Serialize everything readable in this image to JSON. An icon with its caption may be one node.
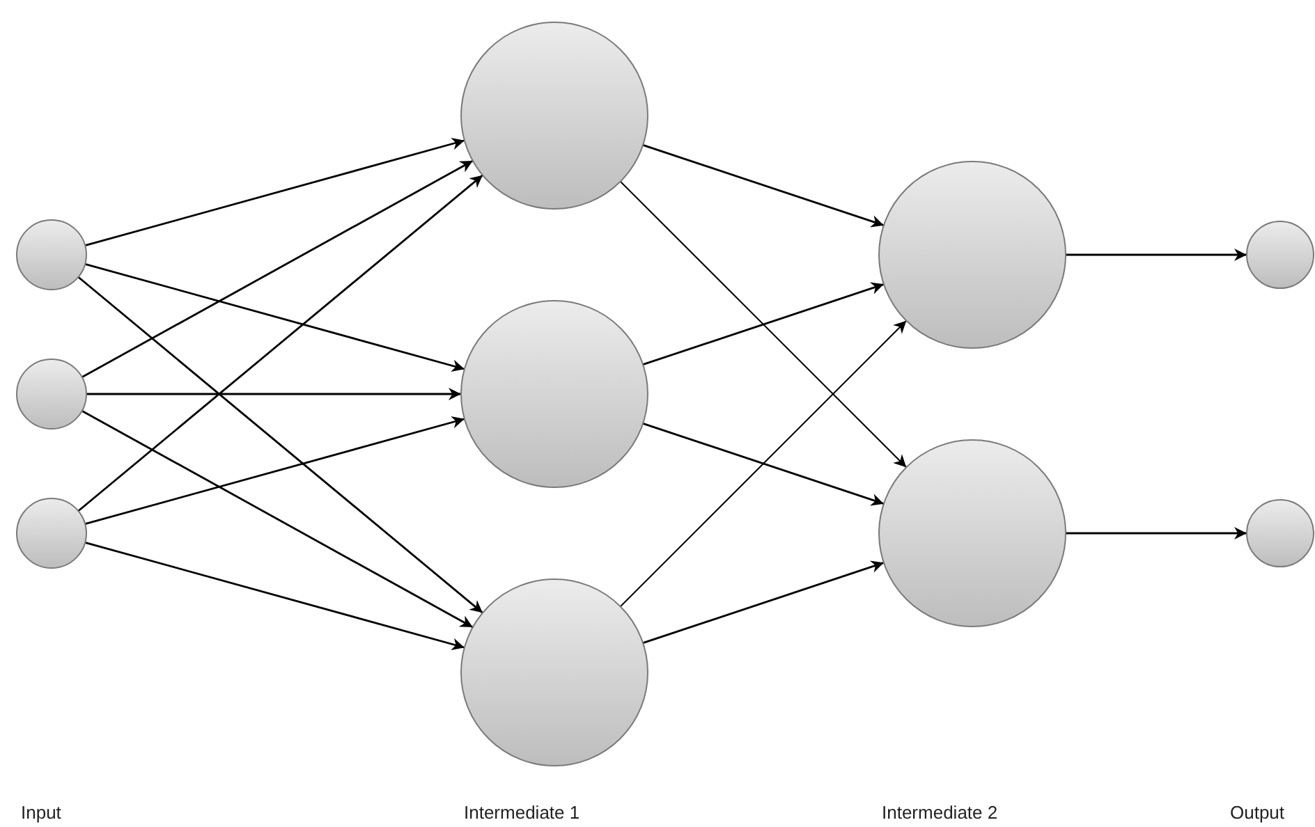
{
  "diagram": {
    "nodes": [
      {
        "text": [],
        "shape": "circle"
      },
      {
        "text": [],
        "shape": "circle"
      },
      {
        "text": [],
        "shape": "circle"
      },
      {
        "text": [],
        "shape": "circle"
      },
      {
        "text": [],
        "shape": "circle"
      },
      {
        "text": [],
        "shape": "circle"
      },
      {
        "text": [],
        "shape": "circle"
      },
      {
        "text": [],
        "shape": "circle"
      },
      {
        "text": [],
        "shape": "circle"
      },
      {
        "text": [],
        "shape": "circle"
      }
    ],
    "edges": [
      {
        "from": 0,
        "to": 3,
        "arrow": "to"
      },
      {
        "from": 0,
        "to": 4,
        "arrow": "to"
      },
      {
        "from": 0,
        "to": 5,
        "arrow": "to"
      },
      {
        "from": 1,
        "to": 3,
        "arrow": "to"
      },
      {
        "from": 1,
        "to": 4,
        "arrow": "to"
      },
      {
        "from": 1,
        "to": 5,
        "arrow": "to"
      },
      {
        "from": 2,
        "to": 3,
        "arrow": "to"
      },
      {
        "from": 2,
        "to": 4,
        "arrow": "to"
      },
      {
        "from": 2,
        "to": 5,
        "arrow": "to"
      },
      {
        "from": 3,
        "to": 6,
        "arrow": "to"
      },
      {
        "from": 3,
        "to": 7,
        "arrow": "to"
      },
      {
        "from": 4,
        "to": 6,
        "arrow": "to"
      },
      {
        "from": 4,
        "to": 7,
        "arrow": "to"
      },
      {
        "from": 5,
        "to": 6,
        "arrow": "to"
      },
      {
        "from": 5,
        "to": 7,
        "arrow": "to"
      },
      {
        "from": 6,
        "to": 8,
        "arrow": "to"
      },
      {
        "from": 7,
        "to": 9,
        "arrow": "to"
      }
    ],
    "labels": [
      "Input",
      "Intermediate 1",
      "Intermediate 2",
      "Output"
    ]
  }
}
